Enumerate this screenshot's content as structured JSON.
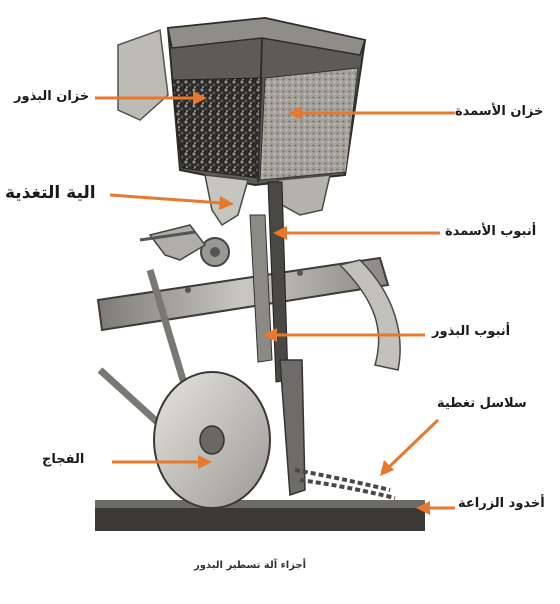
{
  "labels": {
    "seed_hopper": "خزان البذور",
    "fertilizer_hopper": "خزان الأسمدة",
    "feed_mechanism": "الية التغذية",
    "fertilizer_tube": "أنبوب الأسمدة",
    "seed_tube": "أنبوب البذور",
    "covering_chains": "سلاسل تغطية",
    "furrow_opener": "الفجاج",
    "planting_furrow": "أخدود الزراعة"
  },
  "caption": "أجزاء آلة تسطير البذور",
  "colors": {
    "arrow": "#e8782e",
    "text": "#1a1a1a"
  }
}
